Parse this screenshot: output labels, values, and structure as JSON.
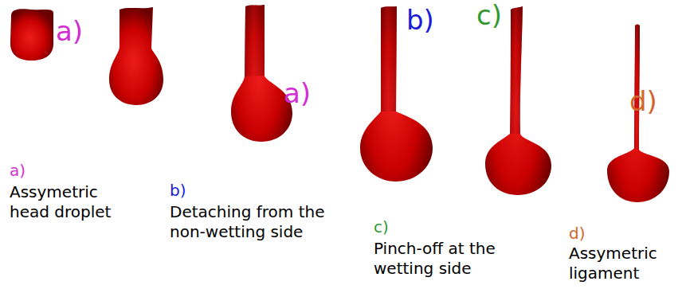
{
  "diagram": {
    "labels": [
      "a)",
      "b)",
      "c)",
      "a)",
      "d)",
      "a)",
      "Assymetric head droplet",
      "b)",
      "Detaching from the non-wetting side",
      "c)",
      "Pinch-off at the wetting side",
      "d)",
      "Assymetric ligament"
    ]
  }
}
